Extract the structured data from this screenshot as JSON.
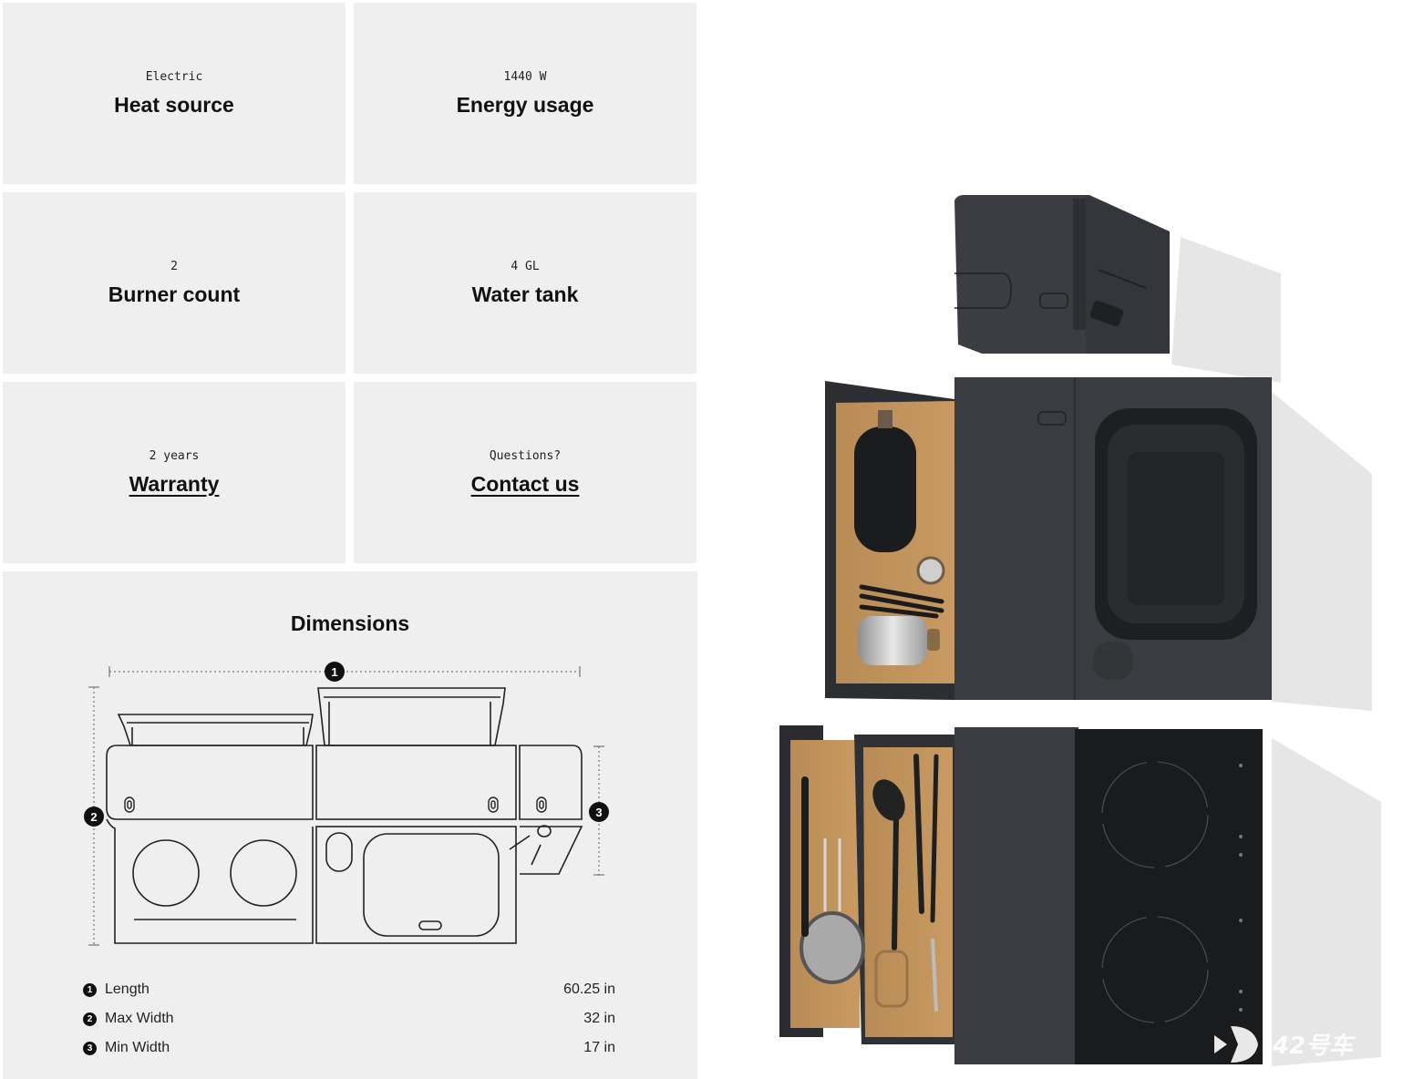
{
  "specs": [
    {
      "value": "Electric",
      "label": "Heat source",
      "link": false
    },
    {
      "value": "1440 W",
      "label": "Energy usage",
      "link": false
    },
    {
      "value": "2",
      "label": "Burner count",
      "link": false
    },
    {
      "value": "4 GL",
      "label": "Water tank",
      "link": false
    },
    {
      "value": "2 years",
      "label": "Warranty",
      "link": true
    },
    {
      "value": "Questions?",
      "label": "Contact us",
      "link": true
    }
  ],
  "dimensions": {
    "title": "Dimensions",
    "items": [
      {
        "badge": "1",
        "name": "Length",
        "value": "60.25 in"
      },
      {
        "badge": "2",
        "name": "Max Width",
        "value": "32 in"
      },
      {
        "badge": "3",
        "name": "Min Width",
        "value": "17 in"
      }
    ]
  },
  "watermark": {
    "text": "42号车"
  }
}
